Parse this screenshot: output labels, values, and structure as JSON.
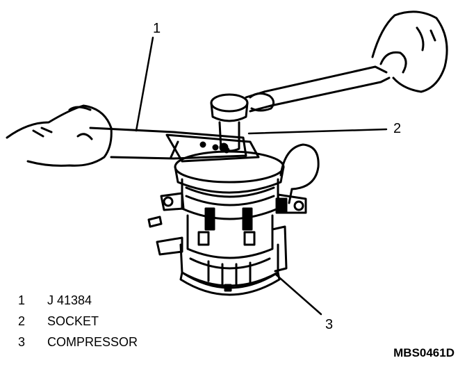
{
  "callouts": [
    {
      "number": "1"
    },
    {
      "number": "2"
    },
    {
      "number": "3"
    }
  ],
  "legend": [
    {
      "number": "1",
      "text": "J 41384"
    },
    {
      "number": "2",
      "text": "SOCKET"
    },
    {
      "number": "3",
      "text": "COMPRESSOR"
    }
  ],
  "figure_code": "MBS0461D"
}
